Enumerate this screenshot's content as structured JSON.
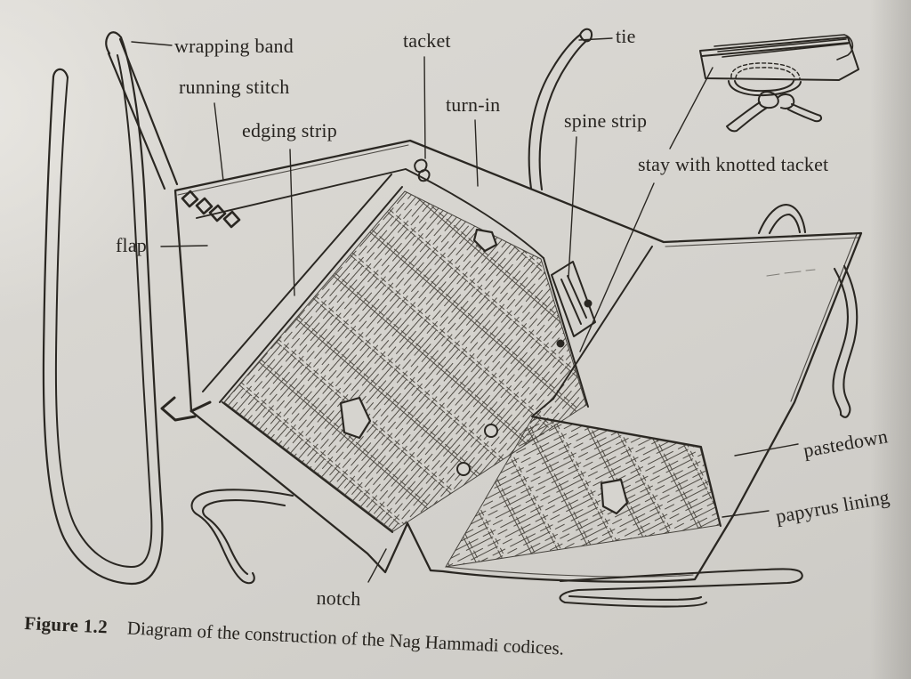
{
  "figure": {
    "labels": {
      "wrapping_band": "wrapping band",
      "running_stitch": "running stitch",
      "edging_strip": "edging strip",
      "flap": "flap",
      "tacket": "tacket",
      "turn_in": "turn-in",
      "tie": "tie",
      "spine_strip": "spine strip",
      "stay": "stay with knotted tacket",
      "pastedown": "pastedown",
      "papyrus_lining": "papyrus lining",
      "notch": "notch"
    },
    "caption": {
      "number": "Figure 1.2",
      "text": "Diagram of the construction of the Nag Hammadi codices."
    },
    "colors": {
      "paper": "#d6d4cf",
      "ink": "#2a2722"
    }
  }
}
